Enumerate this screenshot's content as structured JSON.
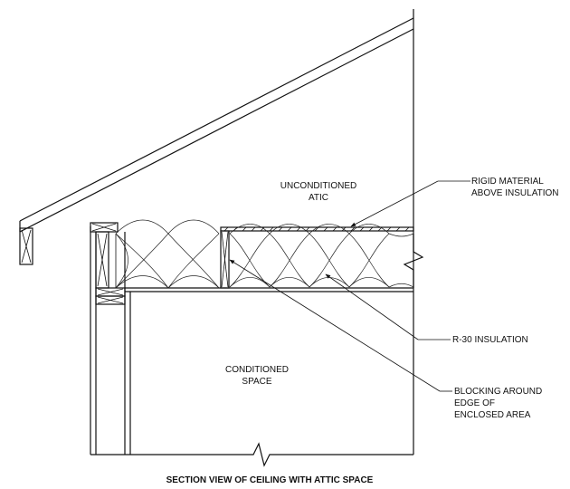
{
  "labels": {
    "unconditioned_line1": "UNCONDITIONED",
    "unconditioned_line2": "ATIC",
    "rigid_line1": "RIGID MATERIAL",
    "rigid_line2": "ABOVE INSULATION",
    "conditioned_line1": "CONDITIONED",
    "conditioned_line2": "SPACE",
    "r30": "R-30 INSULATION",
    "blocking_line1": "BLOCKING AROUND",
    "blocking_line2": "EDGE OF",
    "blocking_line3": "ENCLOSED AREA"
  },
  "title": "SECTION VIEW OF CEILING WITH ATTIC SPACE"
}
